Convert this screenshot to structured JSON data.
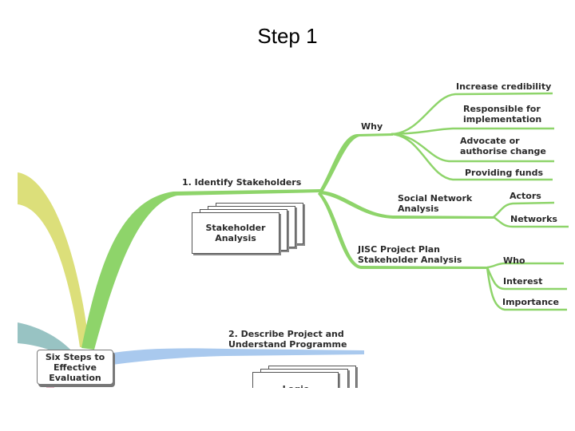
{
  "slide": {
    "title": "Step 1"
  },
  "center_node": {
    "label": "Six Steps to Effective Evaluation"
  },
  "branch1": {
    "label": "1. Identify Stakeholders",
    "document": "Stakeholder Analysis",
    "why": {
      "label": "Why",
      "items": [
        "Increase credibility",
        "Responsible for implementation",
        "Advocate or authorise change",
        "Providing funds"
      ]
    },
    "sna": {
      "label": "Social Network Analysis",
      "items": [
        "Actors",
        "Networks"
      ]
    },
    "jisc": {
      "label": "JISC Project Plan Stakeholder Analysis",
      "items": [
        "Who",
        "Interest",
        "Importance"
      ]
    }
  },
  "branch2": {
    "label": "2. Describe Project and Understand Programme",
    "document": "Logic"
  },
  "colors": {
    "green": "#8ed46a",
    "yellow": "#dcdf7a",
    "blue": "#a9c9ee",
    "teal": "#98c3c3"
  }
}
